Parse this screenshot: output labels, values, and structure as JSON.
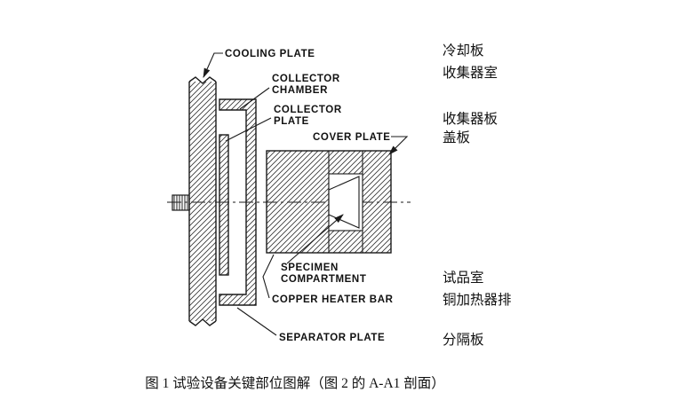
{
  "figure": {
    "caption": "图 1  试验设备关键部位图解（图 2 的 A-A1 剖面）",
    "ink_color": "#1a1a1a",
    "parts": {
      "cooling_plate": {
        "en": "COOLING PLATE",
        "zh": "冷却板"
      },
      "collector_chamber": {
        "en_line1": "COLLECTOR",
        "en_line2": "CHAMBER",
        "zh": "收集器室"
      },
      "collector_plate": {
        "en_line1": "COLLECTOR",
        "en_line2": "PLATE",
        "zh": "收集器板"
      },
      "cover_plate": {
        "en": "COVER PLATE",
        "zh": "盖板"
      },
      "specimen_compartment": {
        "en_line1": "SPECIMEN",
        "en_line2": "COMPARTMENT",
        "zh": "试品室"
      },
      "copper_heater_bar": {
        "en": "COPPER HEATER BAR",
        "zh": "铜加热器排"
      },
      "separator_plate": {
        "en": "SEPARATOR PLATE",
        "zh": "分隔板"
      }
    }
  }
}
